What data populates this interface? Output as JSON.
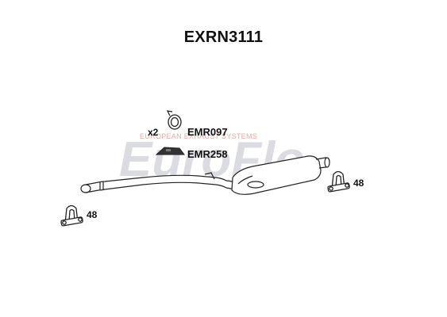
{
  "title": "EXRN3111",
  "watermark": {
    "brand": "EuroFlo",
    "tagline": "EUROPEAN EXHAUST SYSTEMS",
    "brand_color": "#c9c9d2"
  },
  "parts": {
    "clamp_ring": {
      "code": "EMR097",
      "quantity": "x2"
    },
    "bracket": {
      "code": "EMR258"
    },
    "clamp_right": {
      "size": "48"
    },
    "clamp_left": {
      "size": "48"
    }
  },
  "colors": {
    "line": "#222222",
    "fill": "#ffffff"
  }
}
